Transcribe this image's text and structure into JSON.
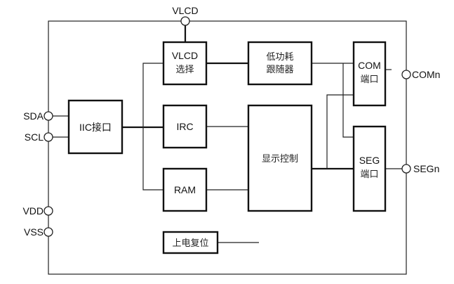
{
  "diagram": {
    "pins": {
      "vlcd": "VLCD",
      "sda": "SDA",
      "scl": "SCL",
      "vdd": "VDD",
      "vss": "VSS",
      "comn": "COMn",
      "segn": "SEGn"
    },
    "blocks": {
      "vlcd_select": [
        "VLCD",
        "选择"
      ],
      "low_power_follower": [
        "低功耗",
        "跟随器"
      ],
      "com_port": [
        "COM",
        "端口"
      ],
      "iic": "IIC接口",
      "irc": "IRC",
      "ram": "RAM",
      "display_control": "显示控制",
      "seg_port": [
        "SEG",
        "端口"
      ],
      "power_on_reset": "上电复位"
    }
  }
}
